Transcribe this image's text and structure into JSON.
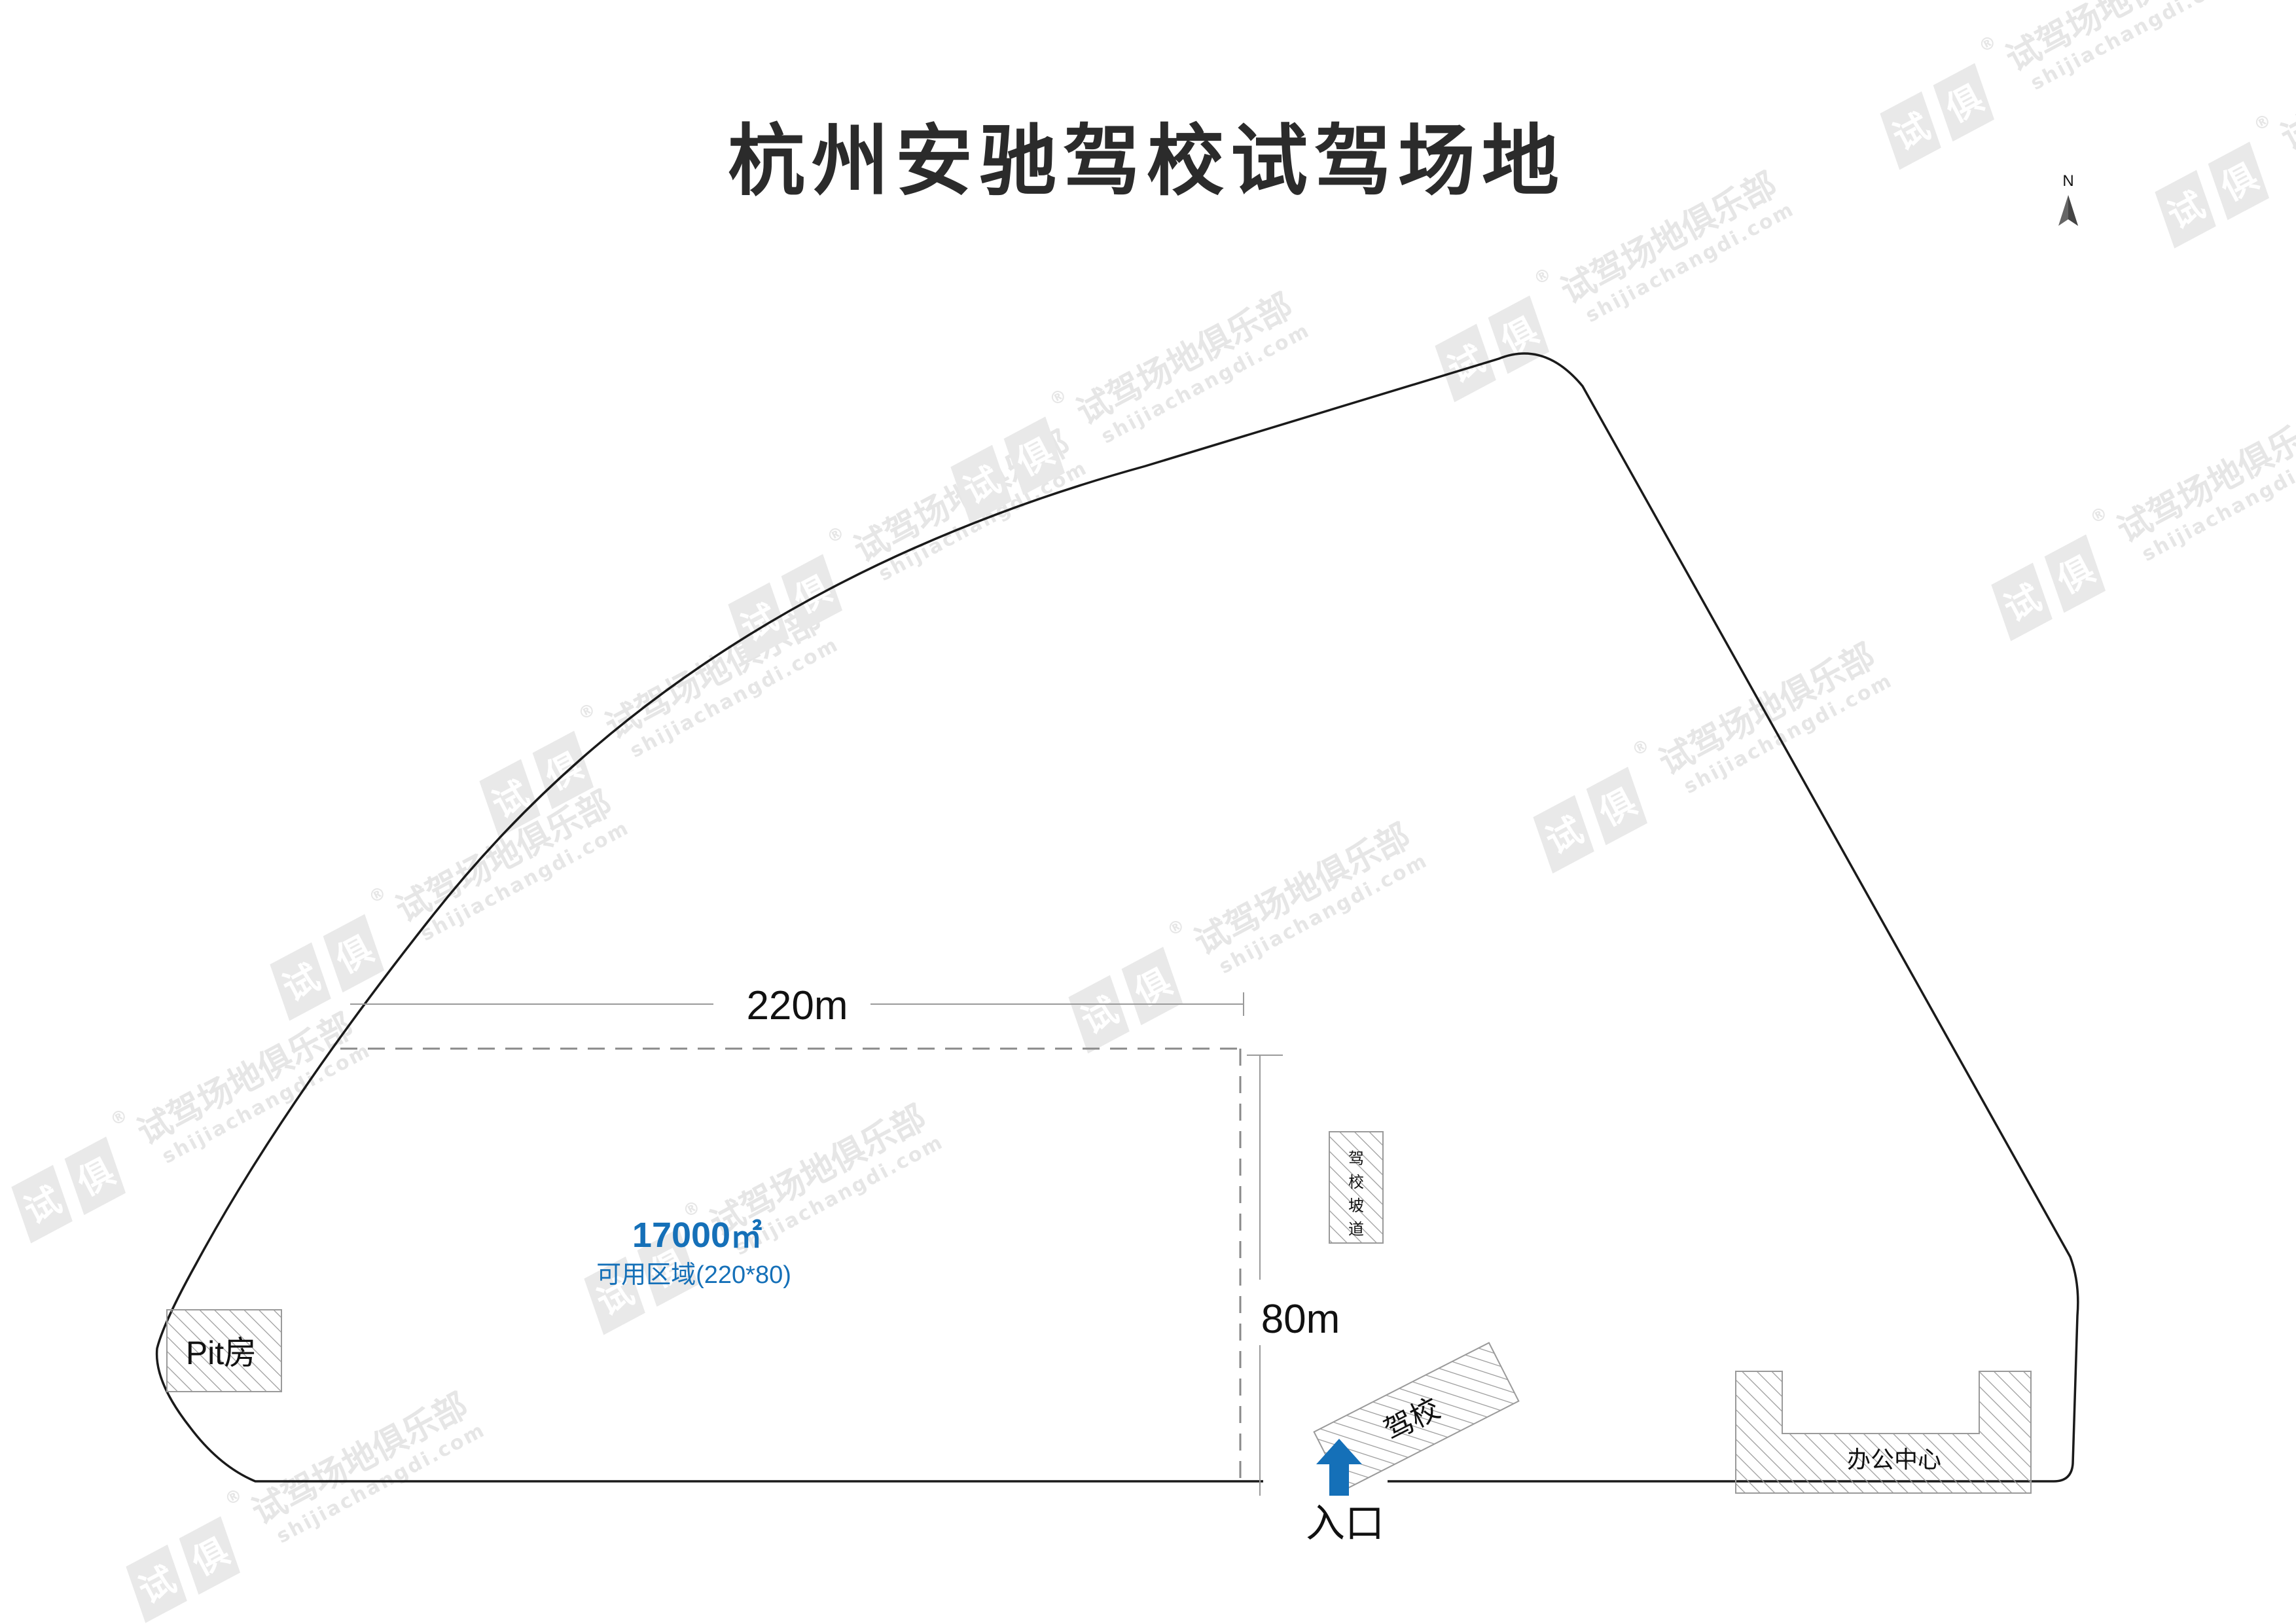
{
  "title": "杭州安驰驾校试驾场地",
  "compass": {
    "label": "N"
  },
  "dimensions": {
    "width_label": "220m",
    "height_label": "80m"
  },
  "usable_area": {
    "area_value": "17000",
    "area_unit": "㎡",
    "description": "可用区域(220*80)"
  },
  "buildings": {
    "pit_house": "Pit房",
    "ramp": [
      "驾",
      "校",
      "坡",
      "道"
    ],
    "driving_school": "驾校",
    "office_center": "办公中心"
  },
  "entrance": {
    "label": "入口"
  },
  "watermark": {
    "brand": "试驾场地俱乐部",
    "site": "shijiachangdi.com",
    "logo_chars": [
      "试",
      "俱"
    ],
    "registered": "®"
  },
  "colors": {
    "outline": "#1a1a1a",
    "accent_blue": "#1570b8",
    "hatch": "#9a9a9a",
    "watermark": "#e6e6e6"
  }
}
